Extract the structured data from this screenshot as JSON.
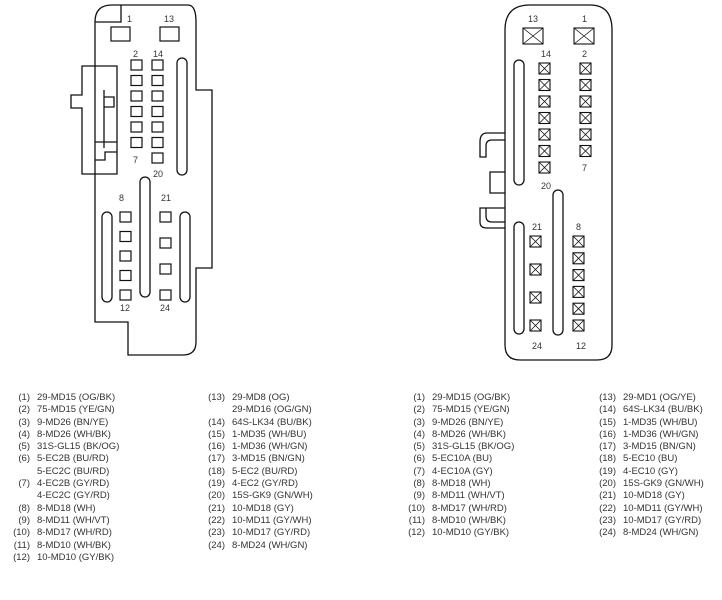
{
  "connector_left": {
    "pins": {
      "p1": "1",
      "p13": "13",
      "p2": "2",
      "p14": "14",
      "p7": "7",
      "p20": "20",
      "p8": "8",
      "p21": "21",
      "p12": "12",
      "p24": "24"
    }
  },
  "connector_right": {
    "pins": {
      "p13": "13",
      "p1": "1",
      "p14": "14",
      "p2": "2",
      "p7": "7",
      "p20": "20",
      "p21": "21",
      "p8": "8",
      "p24": "24",
      "p12": "12"
    }
  },
  "legend_left_a": [
    {
      "num": "(1)",
      "lines": [
        "29-MD15 (OG/BK)"
      ]
    },
    {
      "num": "(2)",
      "lines": [
        "75-MD15 (YE/GN)"
      ]
    },
    {
      "num": "(3)",
      "lines": [
        "9-MD26 (BN/YE)"
      ]
    },
    {
      "num": "(4)",
      "lines": [
        "8-MD26 (WH/BK)"
      ]
    },
    {
      "num": "(5)",
      "lines": [
        "31S-GL15 (BK/OG)"
      ]
    },
    {
      "num": "(6)",
      "lines": [
        "5-EC2B (BU/RD)",
        "5-EC2C (BU/RD)"
      ]
    },
    {
      "num": "(7)",
      "lines": [
        "4-EC2B (GY/RD)",
        "4-EC2C (GY/RD)"
      ]
    },
    {
      "num": "(8)",
      "lines": [
        "8-MD18 (WH)"
      ]
    },
    {
      "num": "(9)",
      "lines": [
        "8-MD11 (WH/VT)"
      ]
    },
    {
      "num": "(10)",
      "lines": [
        "8-MD17 (WH/RD)"
      ]
    },
    {
      "num": "(11)",
      "lines": [
        "8-MD10 (WH/BK)"
      ]
    },
    {
      "num": "(12)",
      "lines": [
        "10-MD10 (GY/BK)"
      ]
    }
  ],
  "legend_left_b": [
    {
      "num": "(13)",
      "lines": [
        "29-MD8 (OG)",
        "29-MD16 (OG/GN)"
      ]
    },
    {
      "num": "(14)",
      "lines": [
        "64S-LK34 (BU/BK)"
      ]
    },
    {
      "num": "(15)",
      "lines": [
        "1-MD35 (WH/BU)"
      ]
    },
    {
      "num": "(16)",
      "lines": [
        "1-MD36 (WH/GN)"
      ]
    },
    {
      "num": "(17)",
      "lines": [
        "3-MD15 (BN/GN)"
      ]
    },
    {
      "num": "(18)",
      "lines": [
        "5-EC2 (BU/RD)"
      ]
    },
    {
      "num": "(19)",
      "lines": [
        "4-EC2 (GY/RD)"
      ]
    },
    {
      "num": "(20)",
      "lines": [
        "15S-GK9 (GN/WH)"
      ]
    },
    {
      "num": "(21)",
      "lines": [
        "10-MD18 (GY)"
      ]
    },
    {
      "num": "(22)",
      "lines": [
        "10-MD11 (GY/WH)"
      ]
    },
    {
      "num": "(23)",
      "lines": [
        "10-MD17 (GY/RD)"
      ]
    },
    {
      "num": "(24)",
      "lines": [
        "8-MD24 (WH/GN)"
      ]
    }
  ],
  "legend_right_a": [
    {
      "num": "(1)",
      "lines": [
        "29-MD15 (OG/BK)"
      ]
    },
    {
      "num": "(2)",
      "lines": [
        "75-MD15 (YE/GN)"
      ]
    },
    {
      "num": "(3)",
      "lines": [
        "9-MD26 (BN/YE)"
      ]
    },
    {
      "num": "(4)",
      "lines": [
        "8-MD26 (WH/BK)"
      ]
    },
    {
      "num": "(5)",
      "lines": [
        "31S-GL15 (BK/OG)"
      ]
    },
    {
      "num": "(6)",
      "lines": [
        "5-EC10A (BU)"
      ]
    },
    {
      "num": "(7)",
      "lines": [
        "4-EC10A (GY)"
      ]
    },
    {
      "num": "(8)",
      "lines": [
        "8-MD18 (WH)"
      ]
    },
    {
      "num": "(9)",
      "lines": [
        "8-MD11 (WH/VT)"
      ]
    },
    {
      "num": "(10)",
      "lines": [
        "8-MD17 (WH/RD)"
      ]
    },
    {
      "num": "(11)",
      "lines": [
        "8-MD10 (WH/BK)"
      ]
    },
    {
      "num": "(12)",
      "lines": [
        "10-MD10 (GY/BK)"
      ]
    }
  ],
  "legend_right_b": [
    {
      "num": "(13)",
      "lines": [
        "29-MD1 (OG/YE)"
      ]
    },
    {
      "num": "(14)",
      "lines": [
        "64S-LK34 (BU/BK)"
      ]
    },
    {
      "num": "(15)",
      "lines": [
        "1-MD35 (WH/BU)"
      ]
    },
    {
      "num": "(16)",
      "lines": [
        "1-MD36 (WH/GN)"
      ]
    },
    {
      "num": "(17)",
      "lines": [
        "3-MD15 (BN/GN)"
      ]
    },
    {
      "num": "(18)",
      "lines": [
        "5-EC10 (BU)"
      ]
    },
    {
      "num": "(19)",
      "lines": [
        "4-EC10 (GY)"
      ]
    },
    {
      "num": "(20)",
      "lines": [
        "15S-GK9 (GN/WH)"
      ]
    },
    {
      "num": "(21)",
      "lines": [
        "10-MD18 (GY)"
      ]
    },
    {
      "num": "(22)",
      "lines": [
        "10-MD11 (GY/WH)"
      ]
    },
    {
      "num": "(23)",
      "lines": [
        "10-MD17 (GY/RD)"
      ]
    },
    {
      "num": "(24)",
      "lines": [
        "8-MD24 (WH/GN)"
      ]
    }
  ]
}
